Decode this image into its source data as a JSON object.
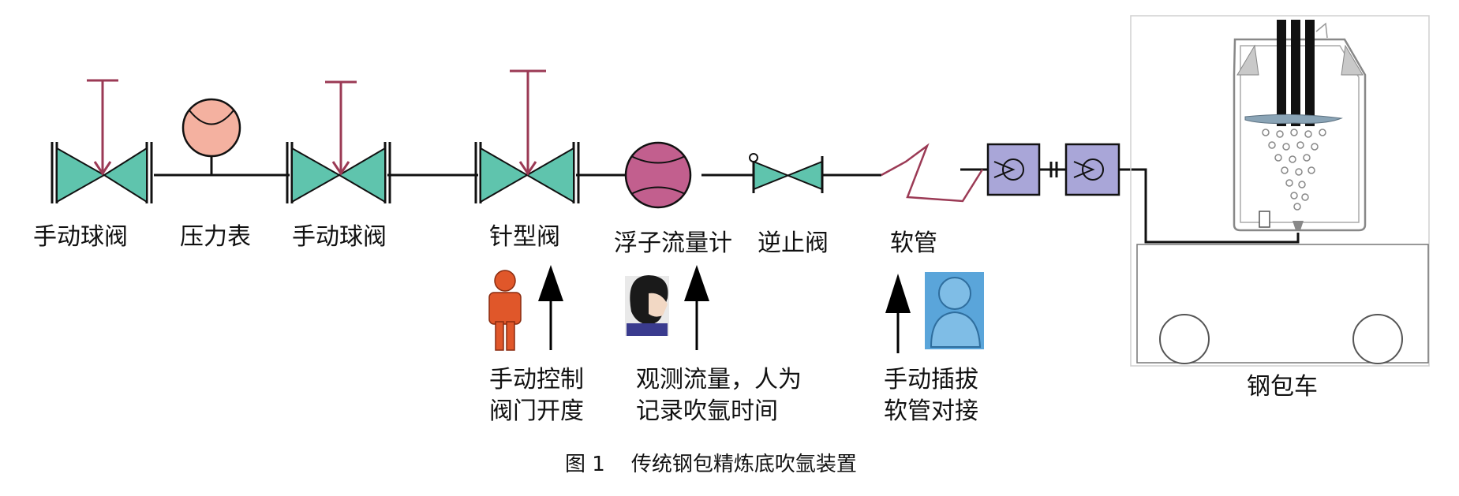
{
  "labels": {
    "ball_valve_1": "手动球阀",
    "pressure_gauge": "压力表",
    "ball_valve_2": "手动球阀",
    "needle_valve": "针型阀",
    "float_flowmeter": "浮子流量计",
    "check_valve": "逆止阀",
    "hose": "软管",
    "ladle_car": "钢包车"
  },
  "notes": {
    "needle_note_line1": "手动控制",
    "needle_note_line2": "阀门开度",
    "flow_note_line1": "观测流量，人为",
    "flow_note_line2": "记录吹氩时间",
    "hose_note_line1": "手动插拔",
    "hose_note_line2": "软管对接"
  },
  "caption": "图 1    传统钢包精炼底吹氩装置",
  "colors": {
    "valve_fill": "#5fc4ad",
    "stem": "#9b3a55",
    "gauge_fill": "#f4b1a0",
    "flowmeter_fill": "#c25f8e",
    "coupling_fill": "#a9a6d8",
    "person_orange": "#e0572a",
    "person_blue": "#5aa5da",
    "arrow": "#000000"
  },
  "icons": [
    "valve-icon",
    "pressure-gauge-icon",
    "flowmeter-icon",
    "check-valve-icon",
    "hose-icon",
    "quick-coupling-icon",
    "operator-icon",
    "observer-icon",
    "user-icon",
    "up-arrow-icon",
    "ladle-icon",
    "ladle-car-icon"
  ]
}
